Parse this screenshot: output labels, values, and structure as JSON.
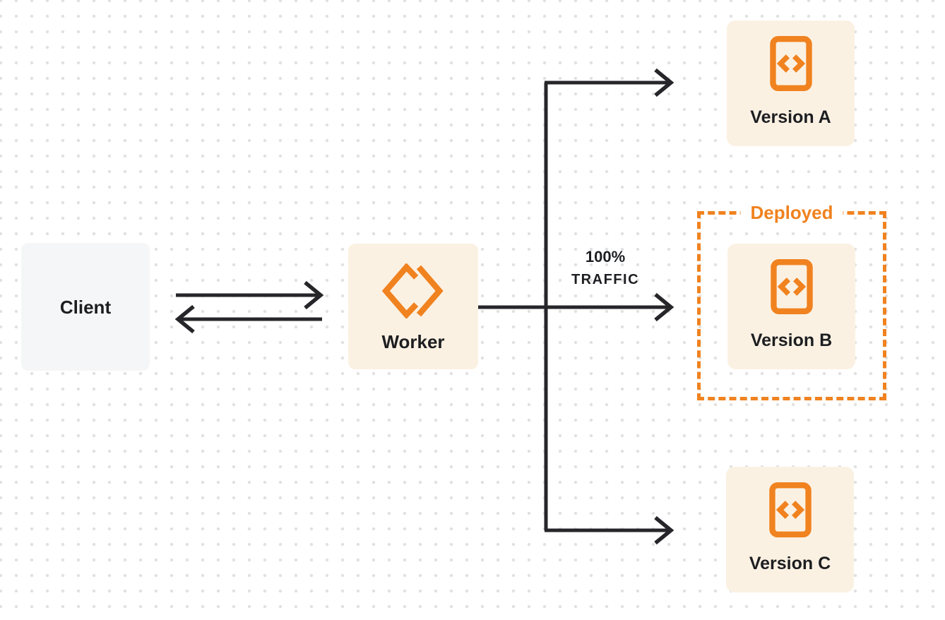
{
  "colors": {
    "accent_orange": "#f0821f",
    "panel_cream": "#fbf1e3",
    "panel_gray": "#f5f6f7",
    "line_dark": "#26262a",
    "text_dark": "#1d1e21",
    "background": "#ffffff",
    "dot_grid": "#e1e1e1"
  },
  "nodes": {
    "client": {
      "label": "Client"
    },
    "worker": {
      "label": "Worker",
      "icon": "cloudflare-workers-icon"
    },
    "versions": [
      {
        "label": "Version A",
        "icon": "code-file-icon"
      },
      {
        "label": "Version B",
        "icon": "code-file-icon"
      },
      {
        "label": "Version C",
        "icon": "code-file-icon"
      }
    ]
  },
  "deployed_group": {
    "label": "Deployed",
    "contains": "Version B"
  },
  "traffic_label": {
    "line1": "100%",
    "line2": "TRAFFIC"
  },
  "edges": [
    {
      "from": "Client",
      "to": "Worker",
      "type": "bidirectional"
    },
    {
      "from": "Worker",
      "to": "Version A",
      "type": "arrow"
    },
    {
      "from": "Worker",
      "to": "Version B",
      "type": "arrow",
      "label": "100% TRAFFIC"
    },
    {
      "from": "Worker",
      "to": "Version C",
      "type": "arrow"
    }
  ]
}
